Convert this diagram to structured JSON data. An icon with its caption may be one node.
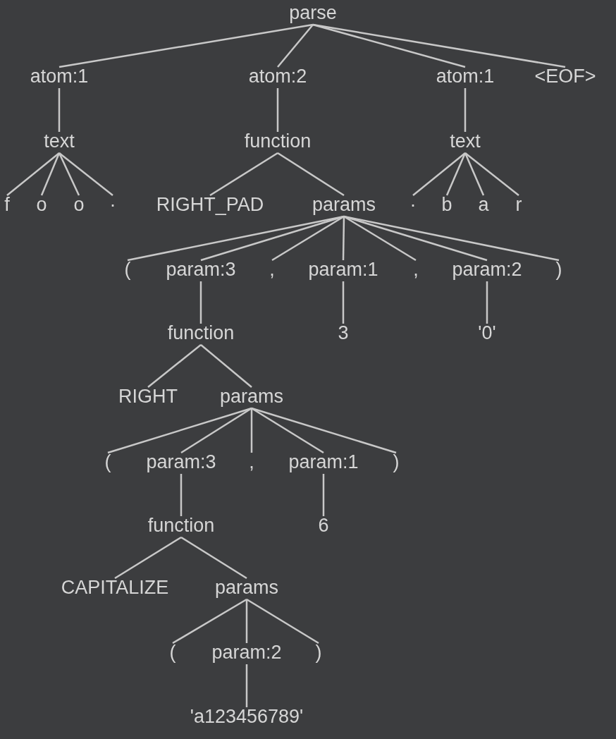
{
  "diagram": {
    "nodes": [
      {
        "text": [
          "parse"
        ]
      },
      {
        "text": [
          "atom:1"
        ]
      },
      {
        "text": [
          "atom:2"
        ]
      },
      {
        "text": [
          "atom:1"
        ]
      },
      {
        "text": [
          "<EOF>"
        ]
      },
      {
        "text": [
          "text"
        ]
      },
      {
        "text": [
          "function"
        ]
      },
      {
        "text": [
          "text"
        ]
      },
      {
        "text": [
          "f"
        ]
      },
      {
        "text": [
          "o"
        ]
      },
      {
        "text": [
          "o"
        ]
      },
      {
        "text": [
          "·"
        ]
      },
      {
        "text": [
          "RIGHT_PAD"
        ]
      },
      {
        "text": [
          "params"
        ]
      },
      {
        "text": [
          "·"
        ]
      },
      {
        "text": [
          "b"
        ]
      },
      {
        "text": [
          "a"
        ]
      },
      {
        "text": [
          "r"
        ]
      },
      {
        "text": [
          "("
        ]
      },
      {
        "text": [
          "param:3"
        ]
      },
      {
        "text": [
          ","
        ]
      },
      {
        "text": [
          "param:1"
        ]
      },
      {
        "text": [
          ","
        ]
      },
      {
        "text": [
          "param:2"
        ]
      },
      {
        "text": [
          ")"
        ]
      },
      {
        "text": [
          "function"
        ]
      },
      {
        "text": [
          "3"
        ]
      },
      {
        "text": [
          "'0'"
        ]
      },
      {
        "text": [
          "RIGHT"
        ]
      },
      {
        "text": [
          "params"
        ]
      },
      {
        "text": [
          "("
        ]
      },
      {
        "text": [
          "param:3"
        ]
      },
      {
        "text": [
          ","
        ]
      },
      {
        "text": [
          "param:1"
        ]
      },
      {
        "text": [
          ")"
        ]
      },
      {
        "text": [
          "function"
        ]
      },
      {
        "text": [
          "6"
        ]
      },
      {
        "text": [
          "CAPITALIZE"
        ]
      },
      {
        "text": [
          "params"
        ]
      },
      {
        "text": [
          "("
        ]
      },
      {
        "text": [
          "param:2"
        ]
      },
      {
        "text": [
          ")"
        ]
      },
      {
        "text": [
          "'a123456789'"
        ]
      }
    ],
    "edges": [
      {
        "from": 0,
        "to": 1,
        "arrow": "none"
      },
      {
        "from": 0,
        "to": 2,
        "arrow": "none"
      },
      {
        "from": 0,
        "to": 3,
        "arrow": "none"
      },
      {
        "from": 0,
        "to": 4,
        "arrow": "none"
      },
      {
        "from": 1,
        "to": 5,
        "arrow": "none"
      },
      {
        "from": 2,
        "to": 6,
        "arrow": "none"
      },
      {
        "from": 3,
        "to": 7,
        "arrow": "none"
      },
      {
        "from": 5,
        "to": 8,
        "arrow": "none"
      },
      {
        "from": 5,
        "to": 9,
        "arrow": "none"
      },
      {
        "from": 5,
        "to": 10,
        "arrow": "none"
      },
      {
        "from": 5,
        "to": 11,
        "arrow": "none"
      },
      {
        "from": 6,
        "to": 12,
        "arrow": "none"
      },
      {
        "from": 6,
        "to": 13,
        "arrow": "none"
      },
      {
        "from": 7,
        "to": 14,
        "arrow": "none"
      },
      {
        "from": 7,
        "to": 15,
        "arrow": "none"
      },
      {
        "from": 7,
        "to": 16,
        "arrow": "none"
      },
      {
        "from": 7,
        "to": 17,
        "arrow": "none"
      },
      {
        "from": 13,
        "to": 18,
        "arrow": "none"
      },
      {
        "from": 13,
        "to": 19,
        "arrow": "none"
      },
      {
        "from": 13,
        "to": 20,
        "arrow": "none"
      },
      {
        "from": 13,
        "to": 21,
        "arrow": "none"
      },
      {
        "from": 13,
        "to": 22,
        "arrow": "none"
      },
      {
        "from": 13,
        "to": 23,
        "arrow": "none"
      },
      {
        "from": 13,
        "to": 24,
        "arrow": "none"
      },
      {
        "from": 19,
        "to": 25,
        "arrow": "none"
      },
      {
        "from": 21,
        "to": 26,
        "arrow": "none"
      },
      {
        "from": 23,
        "to": 27,
        "arrow": "none"
      },
      {
        "from": 25,
        "to": 28,
        "arrow": "none"
      },
      {
        "from": 25,
        "to": 29,
        "arrow": "none"
      },
      {
        "from": 29,
        "to": 30,
        "arrow": "none"
      },
      {
        "from": 29,
        "to": 31,
        "arrow": "none"
      },
      {
        "from": 29,
        "to": 32,
        "arrow": "none"
      },
      {
        "from": 29,
        "to": 33,
        "arrow": "none"
      },
      {
        "from": 29,
        "to": 34,
        "arrow": "none"
      },
      {
        "from": 31,
        "to": 35,
        "arrow": "none"
      },
      {
        "from": 33,
        "to": 36,
        "arrow": "none"
      },
      {
        "from": 35,
        "to": 37,
        "arrow": "none"
      },
      {
        "from": 35,
        "to": 38,
        "arrow": "none"
      },
      {
        "from": 38,
        "to": 39,
        "arrow": "none"
      },
      {
        "from": 38,
        "to": 40,
        "arrow": "none"
      },
      {
        "from": 38,
        "to": 41,
        "arrow": "none"
      },
      {
        "from": 40,
        "to": 42,
        "arrow": "none"
      }
    ]
  }
}
